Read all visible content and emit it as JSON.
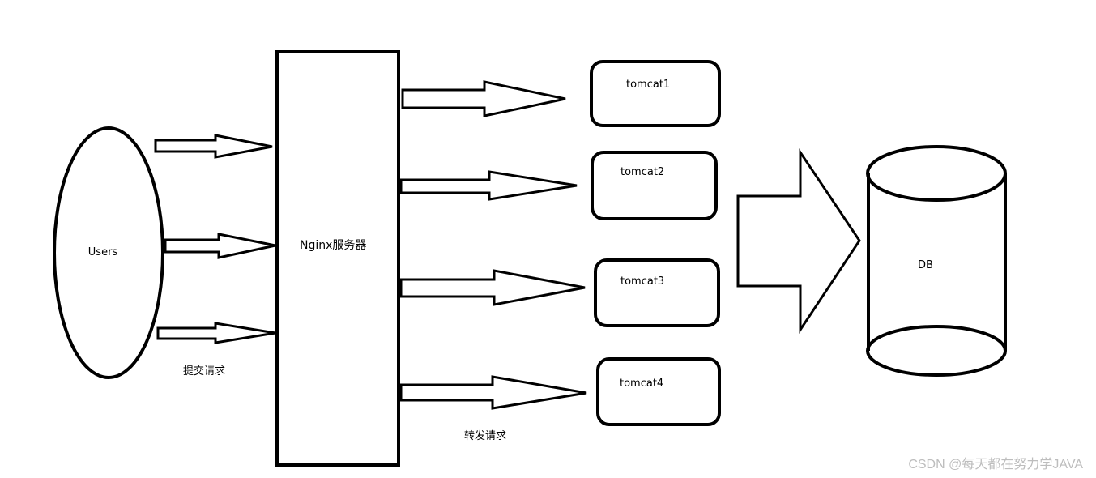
{
  "nodes": {
    "users": "Users",
    "nginx": "Nginx服务器",
    "tomcats": [
      "tomcat1",
      "tomcat2",
      "tomcat3",
      "tomcat4"
    ],
    "db": "DB"
  },
  "edge_labels": {
    "submit": "提交请求",
    "forward": "转发请求"
  },
  "watermark": "CSDN @每天都在努力学JAVA",
  "colors": {
    "stroke": "#000000",
    "background": "#ffffff",
    "watermark": "#bdbdbd"
  }
}
